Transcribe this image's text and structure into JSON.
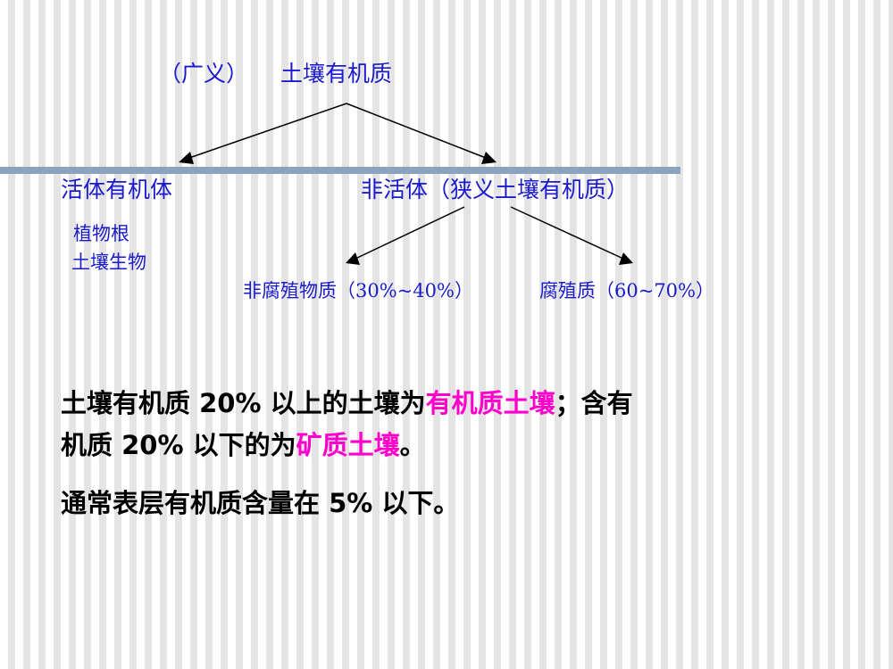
{
  "diagram": {
    "root": {
      "paren": "（广义）",
      "label": "土壤有机质"
    },
    "left": {
      "label": "活体有机体",
      "children": [
        "植物根",
        "土壤生物"
      ]
    },
    "right": {
      "label": "非活体（狭义土壤有机质）",
      "children": [
        "非腐殖物质（30%~40%）",
        "腐殖质（60~70%）"
      ]
    },
    "text_color": "#1a1acc"
  },
  "paragraphs": {
    "p1_line1_a": "土壤有机质 20% 以上的土壤为",
    "p1_line1_hl": "有机质土壤",
    "p1_line1_b": "；含有",
    "p1_line2_a": "机质 20% 以下的为",
    "p1_line2_hl": "矿质土壤",
    "p1_line2_b": "。",
    "p2": "通常表层有机质含量在 5% 以下。",
    "highlight_color": "#ff00cc"
  }
}
